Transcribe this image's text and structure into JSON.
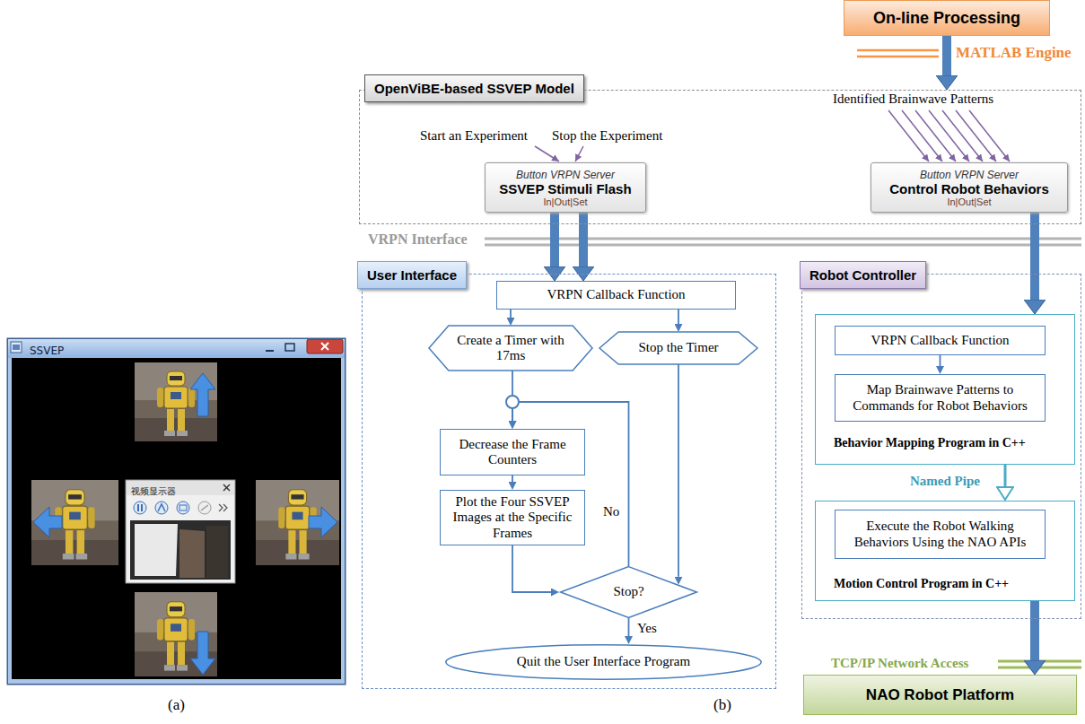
{
  "diagram": {
    "nodes": [
      {
        "text": [
          "On-line Processing"
        ]
      },
      {
        "text": [
          "OpenViBE-based SSVEP Model"
        ]
      },
      {
        "text": [
          "Button VRPN Server",
          "SSVEP Stimuli Flash",
          "In|Out|Set"
        ],
        "in": 1
      },
      {
        "text": [
          "Button VRPN Server",
          "Control Robot Behaviors",
          "In|Out|Set"
        ],
        "in": 1
      },
      {
        "text": [
          "User Interface"
        ]
      },
      {
        "text": [
          "VRPN Callback Function"
        ],
        "in": 4
      },
      {
        "text": [
          "Create a Timer with 17ms"
        ],
        "in": 4
      },
      {
        "text": [
          "Stop the Timer"
        ],
        "in": 4
      },
      {
        "text": [
          "Decrease the Frame Counters"
        ],
        "in": 4
      },
      {
        "text": [
          "Plot the Four SSVEP Images at the Specific Frames"
        ],
        "in": 4
      },
      {
        "text": [
          "Stop?"
        ],
        "in": 4
      },
      {
        "text": [
          "Quit the User Interface Program"
        ],
        "in": 4
      },
      {
        "text": [
          "Robot Controller"
        ]
      },
      {
        "text": [
          "Behavior Mapping Program in C++"
        ],
        "in": 12
      },
      {
        "text": [
          "VRPN Callback Function"
        ],
        "in": 13
      },
      {
        "text": [
          "Map Brainwave Patterns to Commands for Robot Behaviors"
        ],
        "in": 13
      },
      {
        "text": [
          "Motion Control Program in C++"
        ],
        "in": 12
      },
      {
        "text": [
          "Execute the Robot Walking Behaviors Using the NAO APIs"
        ],
        "in": 16
      },
      {
        "text": [
          "NAO Robot Platform"
        ]
      },
      {
        "text": [
          "SSVEP"
        ]
      },
      {
        "text": [
          "视频显示器"
        ],
        "in": 19
      }
    ],
    "edges": [
      {
        "from": 0,
        "to": 1,
        "arrow": "to"
      },
      {
        "from": 2,
        "to": 5,
        "arrow": "to"
      },
      {
        "from": 2,
        "to": 5,
        "arrow": "to"
      },
      {
        "from": 3,
        "to": 13,
        "arrow": "to"
      },
      {
        "from": 5,
        "to": 6,
        "arrow": "to"
      },
      {
        "from": 5,
        "to": 7,
        "arrow": "to"
      },
      {
        "from": 6,
        "to": 8,
        "arrow": "to"
      },
      {
        "from": 10,
        "to": 8,
        "label": "No",
        "arrow": "to"
      },
      {
        "from": 8,
        "to": 9,
        "arrow": "to"
      },
      {
        "from": 9,
        "to": 10,
        "arrow": "to"
      },
      {
        "from": 7,
        "to": 10,
        "arrow": "to"
      },
      {
        "from": 10,
        "to": 11,
        "label": "Yes",
        "arrow": "to"
      },
      {
        "from": 14,
        "to": 15,
        "arrow": "to"
      },
      {
        "from": 13,
        "to": 16,
        "label": "Named Pipe",
        "arrow": "to"
      },
      {
        "from": 16,
        "to": 18,
        "arrow": "to"
      }
    ],
    "labels": [
      "MATLAB Engine",
      "Start an Experiment",
      "Stop the Experiment",
      "Identified Brainwave Patterns",
      "VRPN Interface",
      "TCP/IP Network Access",
      "(a)",
      "(b)"
    ]
  }
}
